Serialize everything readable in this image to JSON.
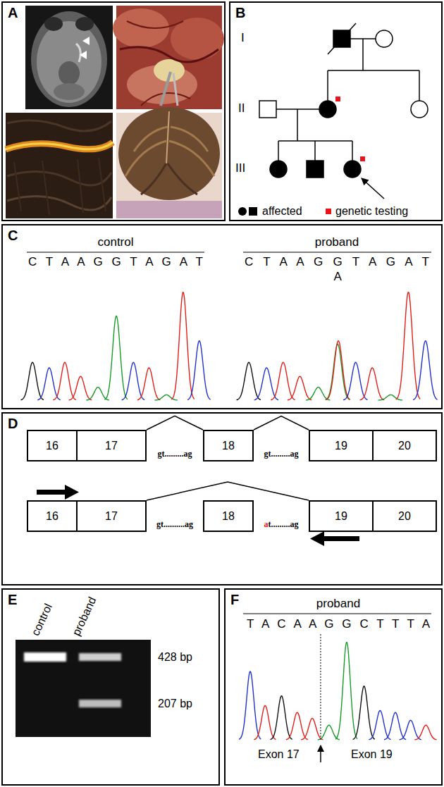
{
  "diagram": {
    "nodes": [
      {
        "text": [
          "A"
        ]
      },
      {
        "text": [
          "B"
        ]
      },
      {
        "text": [
          "C"
        ]
      },
      {
        "text": [
          "D"
        ]
      },
      {
        "text": [
          "16"
        ],
        "in": 3
      },
      {
        "text": [
          "17"
        ],
        "in": 3
      },
      {
        "text": [
          "18"
        ],
        "in": 3
      },
      {
        "text": [
          "19"
        ],
        "in": 3
      },
      {
        "text": [
          "20"
        ],
        "in": 3
      },
      {
        "text": [
          "16"
        ],
        "in": 3
      },
      {
        "text": [
          "17"
        ],
        "in": 3
      },
      {
        "text": [
          "18"
        ],
        "in": 3
      },
      {
        "text": [
          "19"
        ],
        "in": 3
      },
      {
        "text": [
          "20"
        ],
        "in": 3
      },
      {
        "text": [
          "E"
        ]
      },
      {
        "text": [
          "F"
        ]
      }
    ],
    "edges": [
      {
        "from": 5,
        "to": 6,
        "arrow": "none"
      },
      {
        "from": 6,
        "to": 7,
        "arrow": "none"
      },
      {
        "from": 10,
        "to": 12,
        "arrow": "none"
      }
    ],
    "labels": [
      "I",
      "II",
      "III",
      "control",
      "proband",
      "C T A A G G T A G A T",
      "C T A A G G T A G A T",
      "A",
      "gt.........ag",
      "gt.........ag",
      "gt..........ag",
      "a",
      "t.........ag",
      "control",
      "proband",
      "428 bp",
      "207 bp",
      "proband",
      "T A C A A G G C T T T A",
      "Exon 17",
      "Exon 19"
    ],
    "legend": [
      {
        "text": "affected"
      },
      {
        "text": "genetic testing",
        "color": "#e8141c"
      }
    ]
  }
}
